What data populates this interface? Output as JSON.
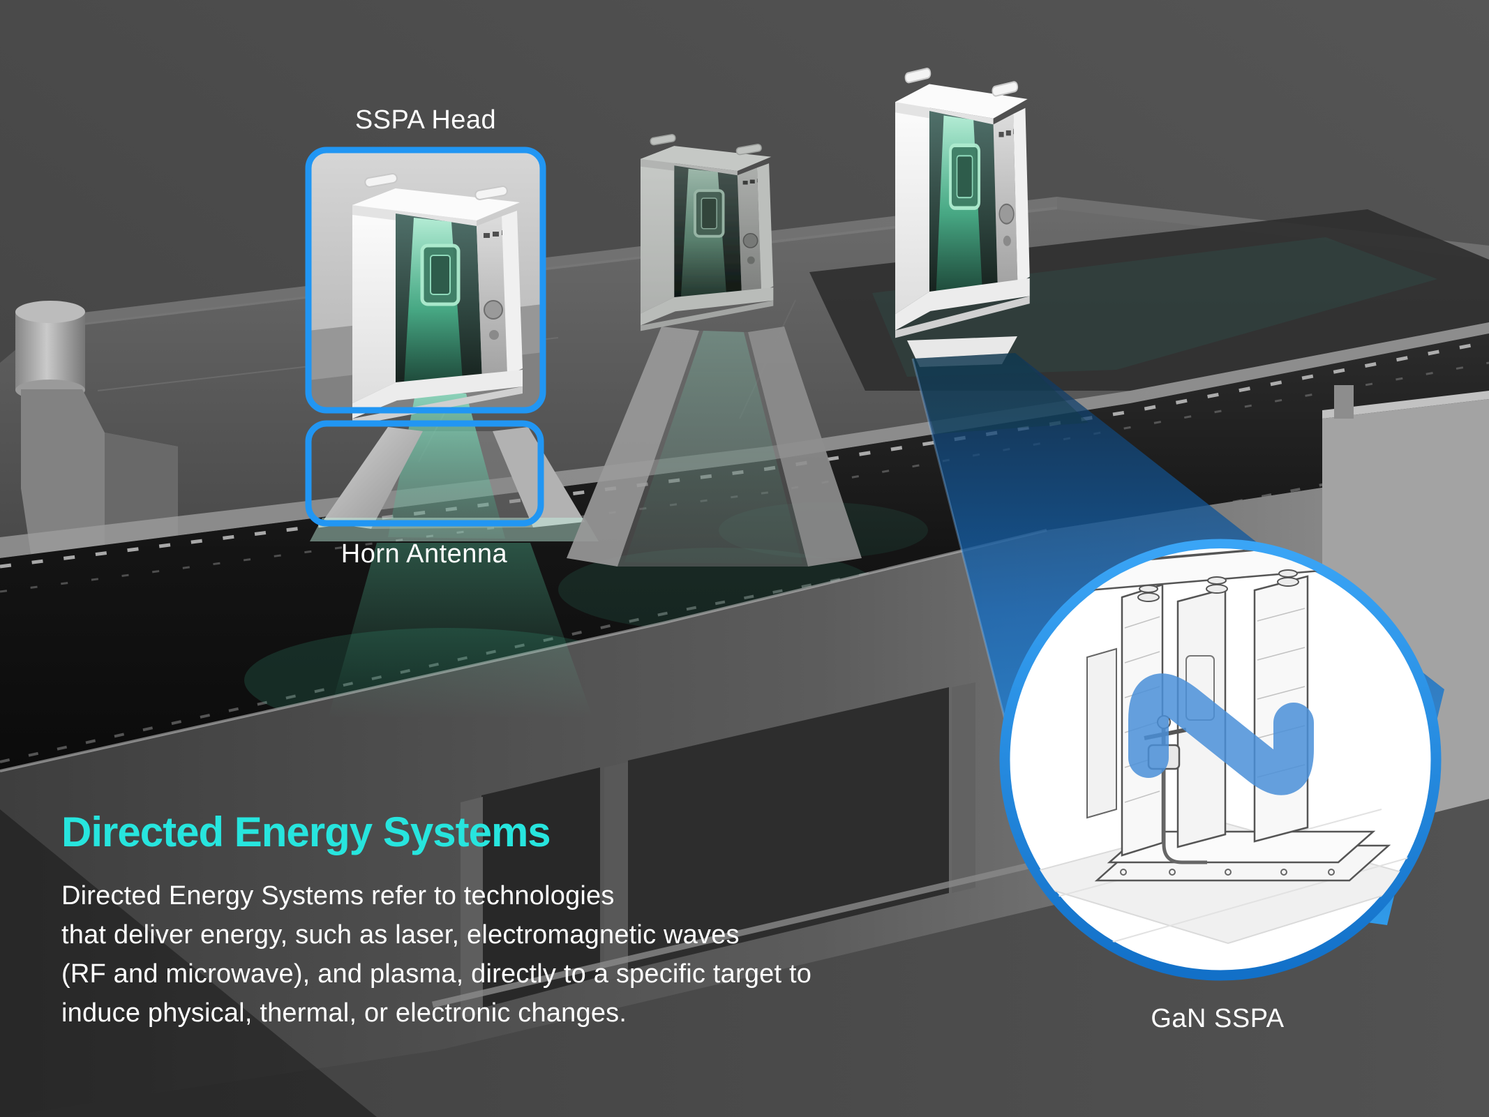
{
  "colors": {
    "background": "#4b4b4b",
    "accent_blue": "#2196f3",
    "accent_cyan": "#27e5de",
    "beam_green": "#46e0ae",
    "label_white": "#ffffff"
  },
  "callouts": {
    "sspa_head": {
      "label": "SSPA Head"
    },
    "horn_antenna": {
      "label": "Horn Antenna"
    },
    "gan_sspa": {
      "label": "GaN SSPA"
    }
  },
  "text_block": {
    "title": "Directed Energy Systems",
    "body_lines": [
      "Directed Energy Systems refer to technologies",
      "that deliver energy, such as laser, electromagnetic waves",
      "(RF and microwave), and plasma, directly to a specific target to",
      "induce physical, thermal, or electronic changes."
    ]
  }
}
